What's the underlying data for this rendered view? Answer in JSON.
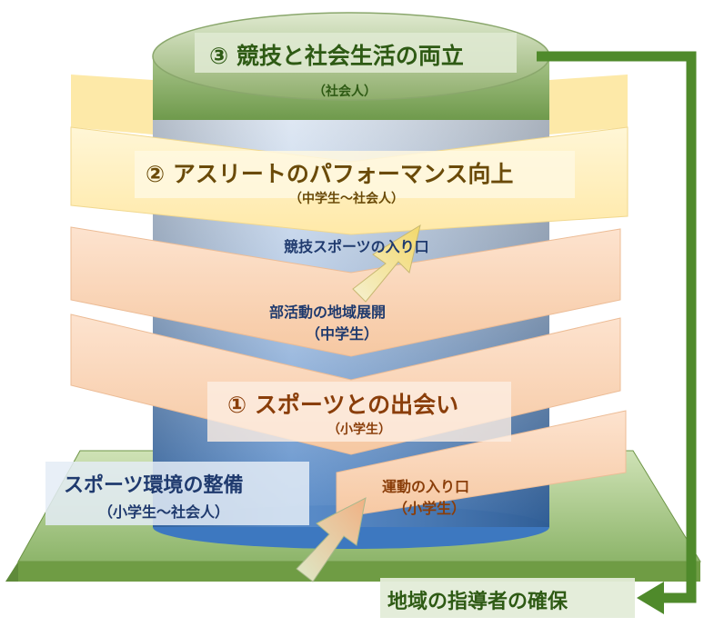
{
  "goals": {
    "stage3": {
      "title": "③ 競技と社会生活の両立",
      "target": "（社会人）"
    },
    "stage2": {
      "title": "② アスリートのパフォーマンス向上",
      "target": "（中学生～社会人）"
    },
    "stage1": {
      "title": "① スポーツとの出会い",
      "target": "（小学生）"
    }
  },
  "pathways": {
    "competitive_entry": "競技スポーツの入り口",
    "club_expansion": {
      "title": "部活動の地域展開",
      "target": "（中学生）"
    },
    "exercise_entry": {
      "title": "運動の入り口",
      "target": "（小学生）"
    }
  },
  "foundation": {
    "environment": {
      "title": "スポーツ環境の整備",
      "target": "（小学生～社会人）"
    },
    "coaches": "地域の指導者の確保"
  },
  "colors": {
    "cylinder_top": "#a9c08e",
    "cylinder_body_top": "#dfe9f3",
    "cylinder_body_bottom": "#3d78c0",
    "yellow_band": "#fff2c4",
    "orange_band": "#f9d2b2",
    "platform": "#78a24a",
    "arrow_green": "#4f8a2b",
    "navy_text": "#1f3a6e",
    "brown_text": "#6a4a08",
    "orange_text": "#8a3e0a",
    "green_text": "#2e5a14"
  }
}
